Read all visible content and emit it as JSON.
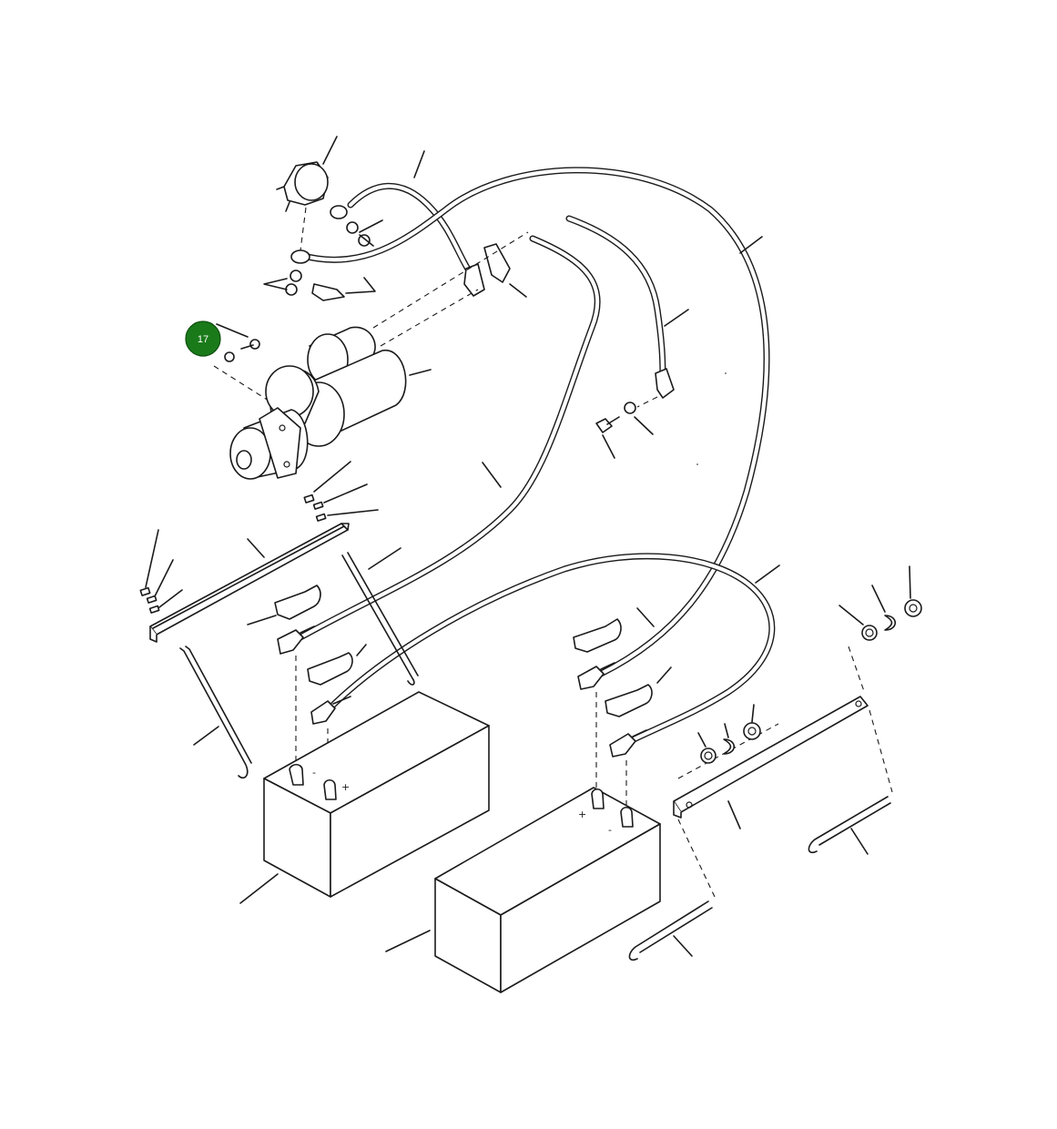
{
  "diagram": {
    "kind": "exploded parts diagram - starter motor, battery cables and batteries",
    "callouts": [
      {
        "id": "callout-17",
        "label": "17",
        "color": "#1a7a1a"
      }
    ],
    "terminal_marks": {
      "positive": "+",
      "negative": "-"
    }
  }
}
